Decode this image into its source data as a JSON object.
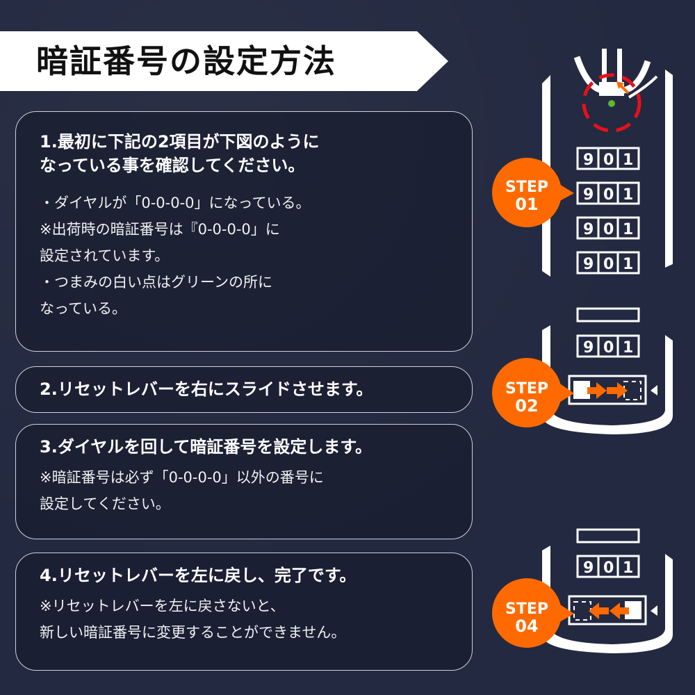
{
  "title": "暗証番号の設定方法",
  "steps": [
    {
      "heading_lines": [
        "1.最初に下記の2項目が下図のように",
        "なっている事を確認してください。"
      ],
      "body_lines": [
        "・ダイヤルが「0-0-0-0」になっている。",
        "※出荷時の暗証番号は『0-0-0-0」に",
        "設定されています。",
        "・つまみの白い点はグリーンの所に",
        "なっている。"
      ]
    },
    {
      "heading_lines": [
        "2.リセットレバーを右にスライドさせます。"
      ],
      "body_lines": []
    },
    {
      "heading_lines": [
        "3.ダイヤルを回して暗証番号を設定します。"
      ],
      "body_lines": [
        "※暗証番号は必ず「0-0-0-0」以外の番号に",
        "設定してください。"
      ]
    },
    {
      "heading_lines": [
        "4.リセットレバーを左に戻し、完了です。"
      ],
      "body_lines": [
        "※リセットレバーを左に戻さないと、",
        "新しい暗証番号に変更することができません。"
      ]
    }
  ],
  "illustrations": {
    "dial_digits": [
      "9",
      "0",
      "1"
    ],
    "step_badges": [
      {
        "word": "STEP",
        "num": "01"
      },
      {
        "word": "STEP",
        "num": "02"
      },
      {
        "word": "STEP",
        "num": "04"
      }
    ]
  },
  "colors": {
    "background": "#232940",
    "accent": "#ff6a00",
    "marker": "#e8101a",
    "indicator": "#5cb82e"
  }
}
